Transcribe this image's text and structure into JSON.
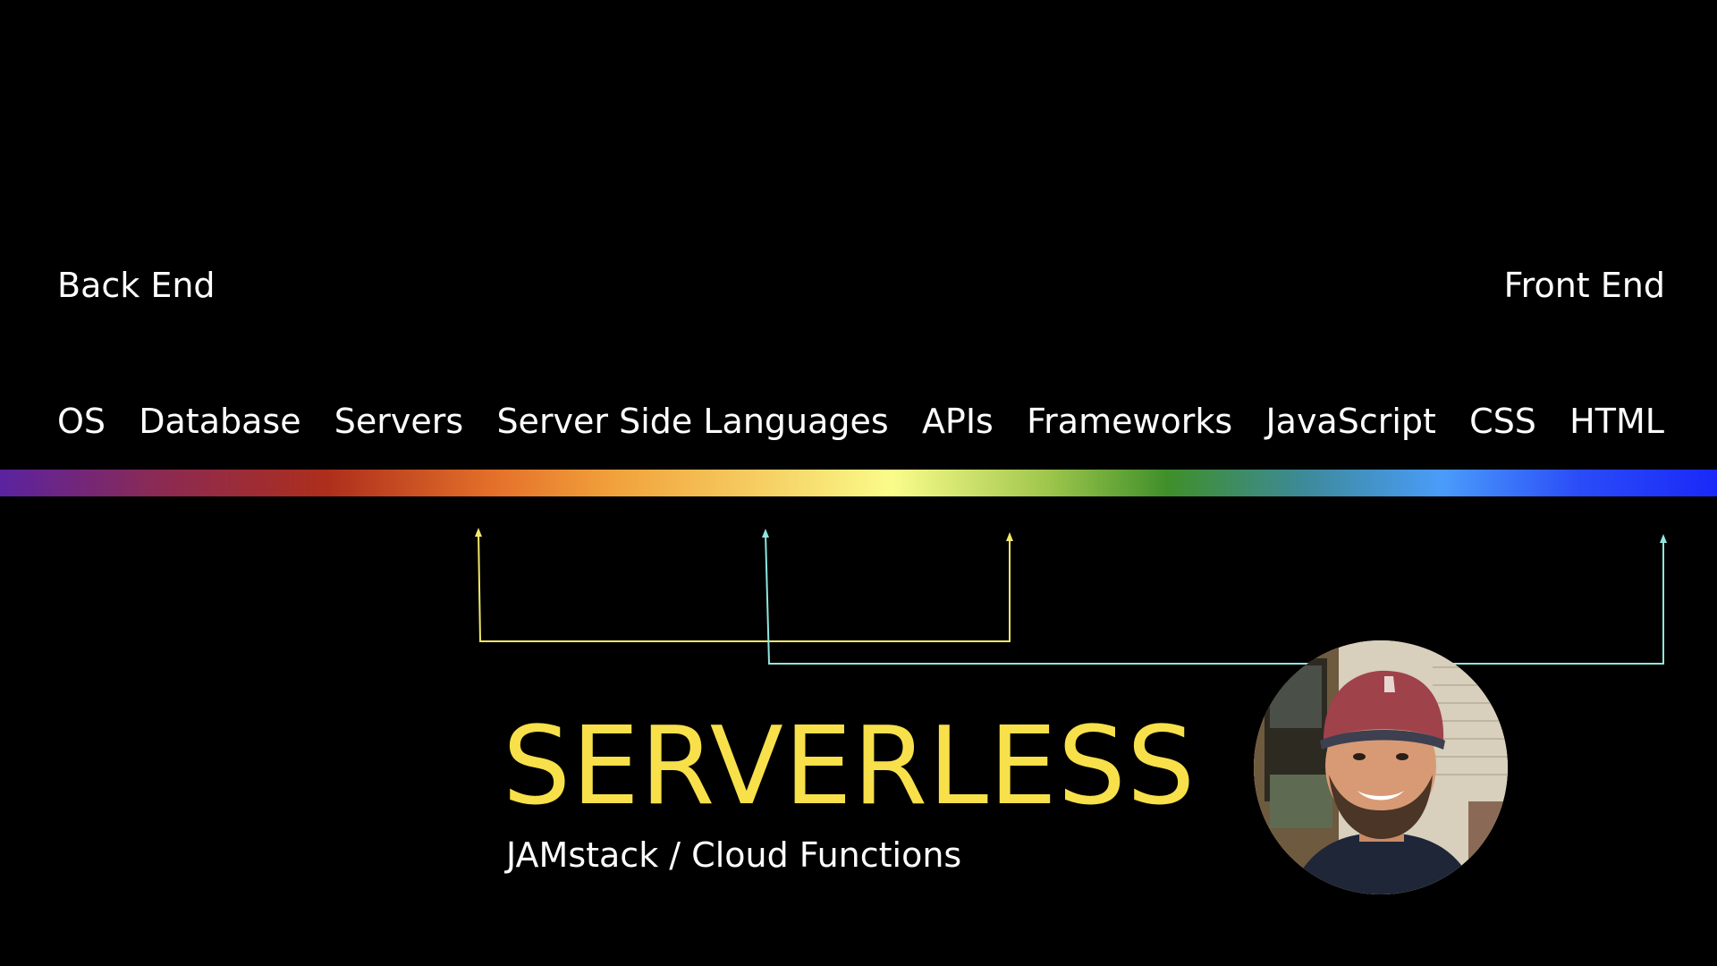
{
  "labels": {
    "back_end": "Back End",
    "front_end": "Front End"
  },
  "stack": [
    "OS",
    "Database",
    "Servers",
    "Server Side Languages",
    "APIs",
    "Frameworks",
    "JavaScript",
    "CSS",
    "HTML"
  ],
  "title": "SERVERLESS",
  "subtitle": "JAMstack / Cloud Functions",
  "colors": {
    "background": "#000000",
    "text": "#ffffff",
    "title": "#f7e04a",
    "bracket_serverless": "#f2e86a",
    "bracket_jamstack": "#8fe6e0"
  }
}
